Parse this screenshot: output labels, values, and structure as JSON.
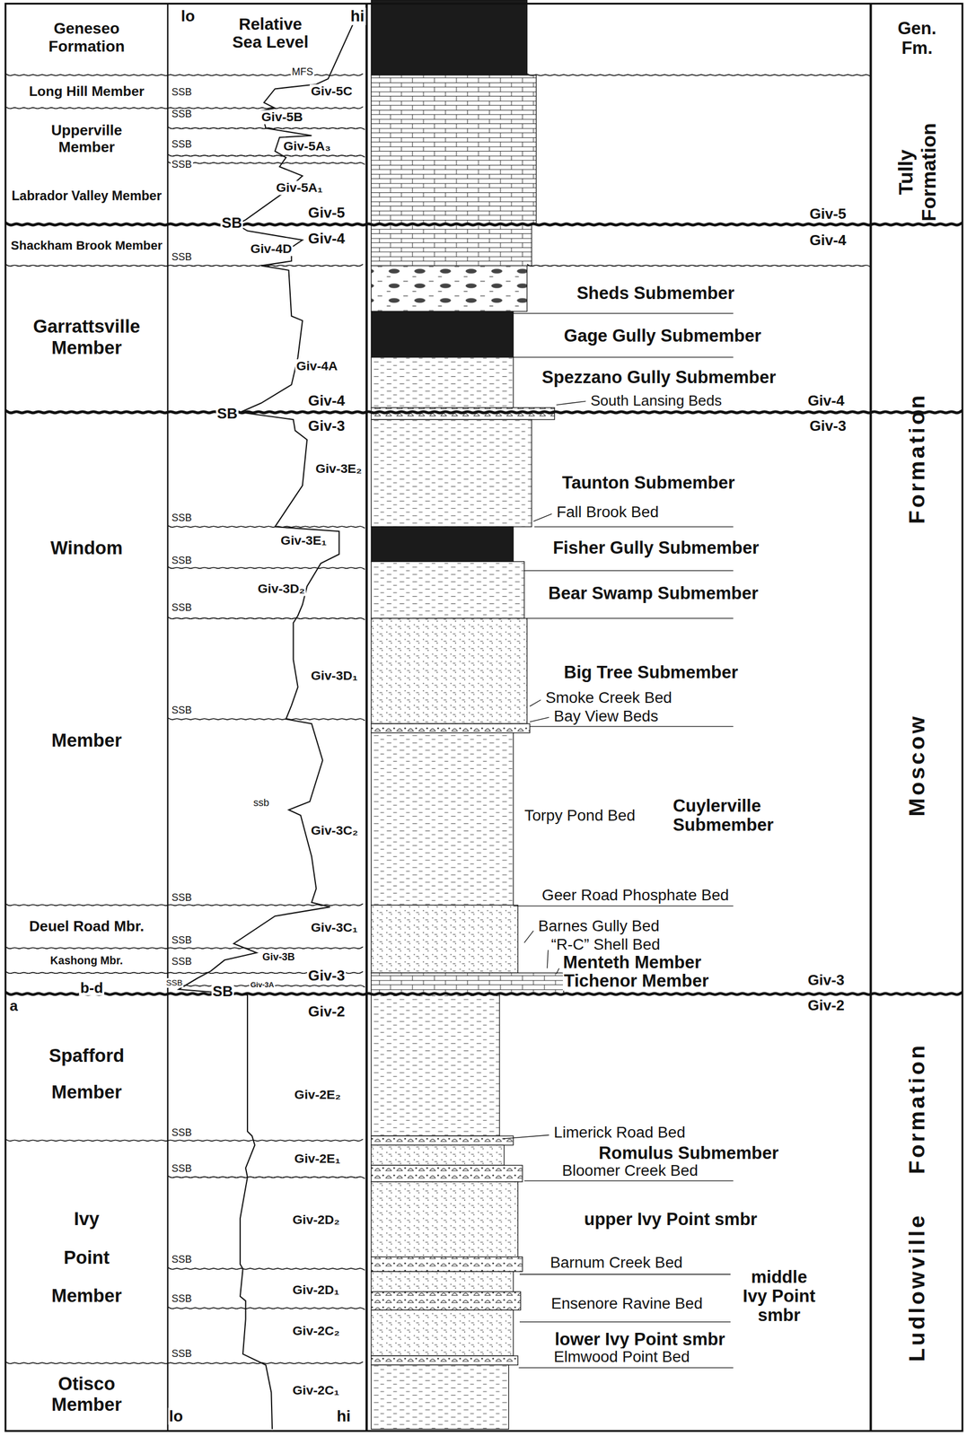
{
  "diagram": {
    "nodes": [
      {
        "text": [
          "Geneseo Formation"
        ]
      },
      {
        "text": [
          "Long Hill Member"
        ]
      },
      {
        "text": [
          "Upperville Member"
        ]
      },
      {
        "text": [
          "Labrador Valley Member"
        ]
      },
      {
        "text": [
          "Shackham Brook Member"
        ]
      },
      {
        "text": [
          "Garrattsville Member"
        ]
      },
      {
        "text": [
          "Windom",
          "Member"
        ]
      },
      {
        "text": [
          "Deuel Road Mbr."
        ]
      },
      {
        "text": [
          "Kashong Mbr."
        ]
      },
      {
        "text": [
          "Spafford Member"
        ]
      },
      {
        "text": [
          "Ivy Point Member"
        ]
      },
      {
        "text": [
          "Otisco Member"
        ]
      },
      {
        "text": [
          "Gen. Fm."
        ]
      },
      {
        "text": [
          "Tully Formation"
        ]
      },
      {
        "text": [
          "Moscow",
          "Formation"
        ]
      },
      {
        "text": [
          "Ludlowville",
          "Formation"
        ]
      }
    ],
    "labels": [
      "lo",
      "Relative Sea Level",
      "hi",
      "MFS",
      "SSB",
      "Giv-5C",
      "SSB",
      "Giv-5B",
      "SSB",
      "Giv-5A₃",
      "SSB",
      "Giv-5A₁",
      "SB",
      "Giv-5",
      "Giv-5",
      "Giv-4",
      "Giv-4",
      "Giv-4D",
      "SSB",
      "Sheds Submember",
      "Gage Gully Submember",
      "Giv-4A",
      "Spezzano Gully Submember",
      "SB",
      "Giv-4",
      "South Lansing Beds",
      "Giv-4",
      "Giv-3",
      "Giv-3",
      "Giv-3E₂",
      "Taunton Submember",
      "Fall Brook Bed",
      "SSB",
      "Giv-3E₁",
      "Fisher Gully Submember",
      "SSB",
      "Giv-3D₂",
      "Bear Swamp Submember",
      "SSB",
      "Giv-3D₁",
      "Big Tree Submember",
      "Smoke Creek Bed",
      "SSB",
      "Bay View Beds",
      "ssb",
      "Torpy Pond Bed",
      "Cuylerville Submember",
      "Giv-3C₂",
      "Geer Road Phosphate Bed",
      "SSB",
      "Giv-3C₁",
      "Barnes Gully Bed",
      "SSB",
      "“R-C” Shell Bed",
      "Giv-3B",
      "SSB",
      "Menteth Member",
      "Giv-3",
      "SSB",
      "Giv-3A",
      "Tichenor Member",
      "Giv-3",
      "b-d",
      "SB",
      "a",
      "Giv-2",
      "Giv-2",
      "Giv-2E₂",
      "SSB",
      "Limerick Road Bed",
      "Romulus Submember",
      "Giv-2E₁",
      "SSB",
      "Bloomer Creek Bed",
      "upper Ivy Point smbr",
      "Giv-2D₂",
      "SSB",
      "Barnum Creek Bed",
      "Giv-2D₁",
      "middle Ivy Point smbr",
      "SSB",
      "Ensenore Ravine Bed",
      "Giv-2C₂",
      "lower Ivy Point smbr",
      "SSB",
      "Elmwood Point Bed",
      "Giv-2C₁",
      "lo",
      "hi"
    ]
  }
}
